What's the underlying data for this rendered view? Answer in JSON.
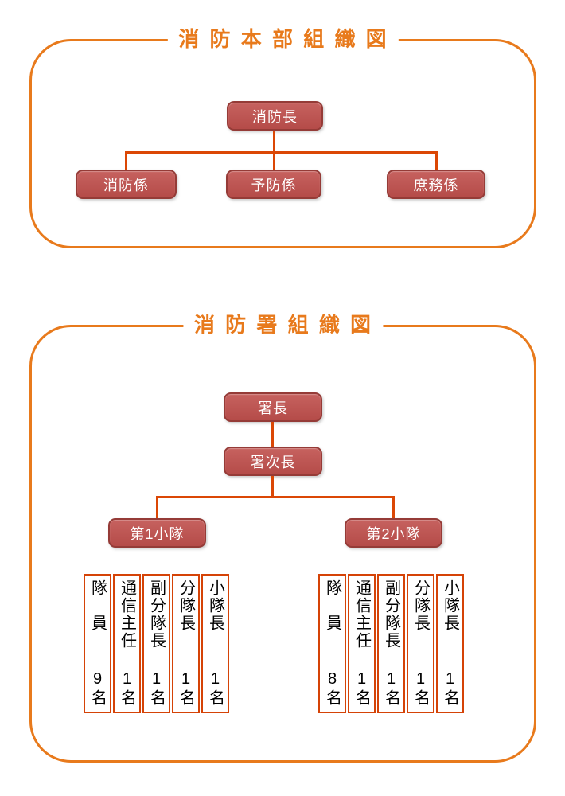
{
  "colors": {
    "accent_orange": "#E87A1C",
    "connector": "#DB4705",
    "node_fill": "#C0504D",
    "node_border": "#953B37",
    "node_text": "#FFFFFF",
    "table_border": "#D54307",
    "table_text": "#000000",
    "background": "#FFFFFF"
  },
  "hq_chart": {
    "title": "消 防 本 部 組 織 図",
    "root_label": "消防長",
    "children": [
      {
        "label": "消防係"
      },
      {
        "label": "予防係"
      },
      {
        "label": "庶務係"
      }
    ]
  },
  "station_chart": {
    "title": "消 防 署 組 織 図",
    "chief_label": "署長",
    "deputy_label": "署次長",
    "platoons": [
      {
        "label": "第1小隊",
        "staff": [
          {
            "role": "隊　員",
            "count": "9名"
          },
          {
            "role": "通信主任",
            "count": "1名"
          },
          {
            "role": "副分隊長",
            "count": "1名"
          },
          {
            "role": "分隊長",
            "count": "1名"
          },
          {
            "role": "小隊長",
            "count": "1名"
          }
        ]
      },
      {
        "label": "第2小隊",
        "staff": [
          {
            "role": "隊　員",
            "count": "8名"
          },
          {
            "role": "通信主任",
            "count": "1名"
          },
          {
            "role": "副分隊長",
            "count": "1名"
          },
          {
            "role": "分隊長",
            "count": "1名"
          },
          {
            "role": "小隊長",
            "count": "1名"
          }
        ]
      }
    ]
  }
}
